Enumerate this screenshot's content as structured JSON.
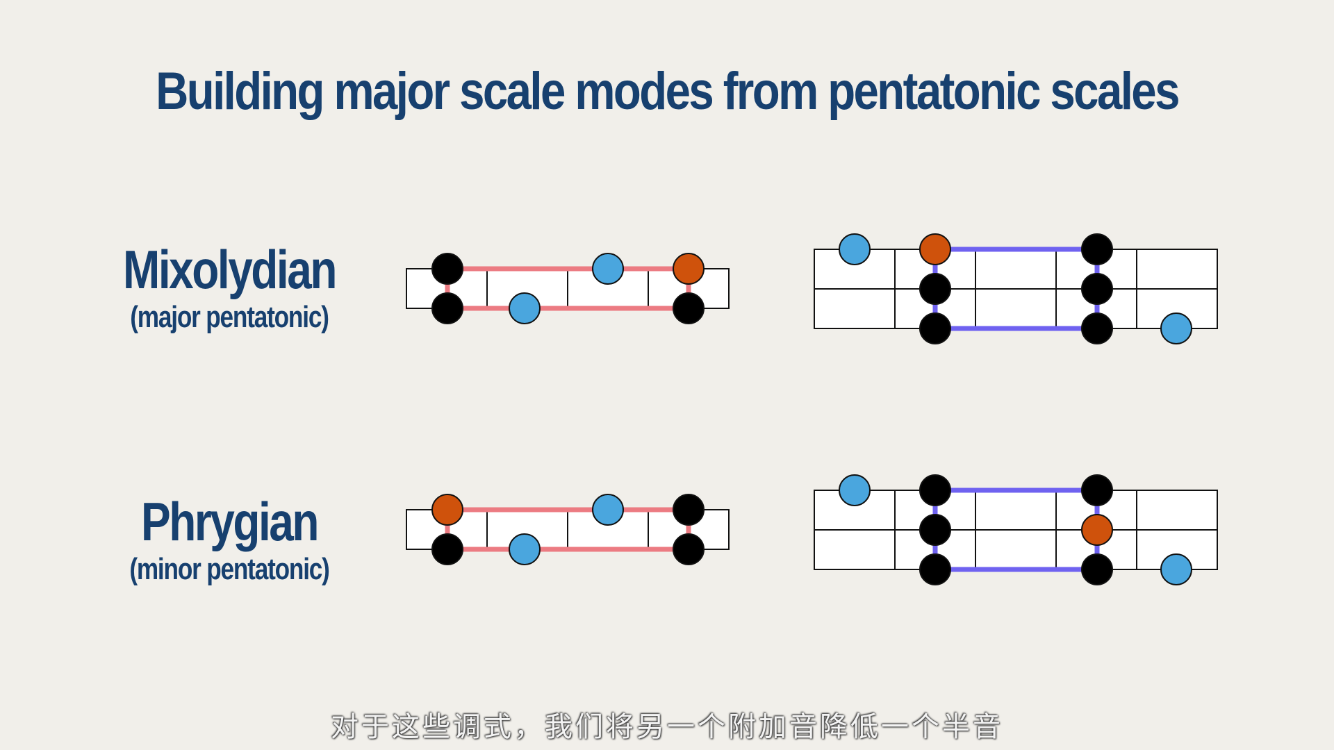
{
  "title": "Building major scale modes from pentatonic scales",
  "modes": [
    {
      "name": "Mixolydian",
      "subtitle": "(major pentatonic)"
    },
    {
      "name": "Phrygian",
      "subtitle": "(minor pentatonic)"
    }
  ],
  "subtitle_caption": "对于这些调式，我们将另一个附加音降低一个半音",
  "colors": {
    "title": "#17406f",
    "background": "#f1efea",
    "root_note": "#000000",
    "added_note": "#4aa6de",
    "altered_note": "#cf520c",
    "pentatonic_shape_line": "#ec7b82",
    "mode_shape_line": "#6f62f0"
  }
}
